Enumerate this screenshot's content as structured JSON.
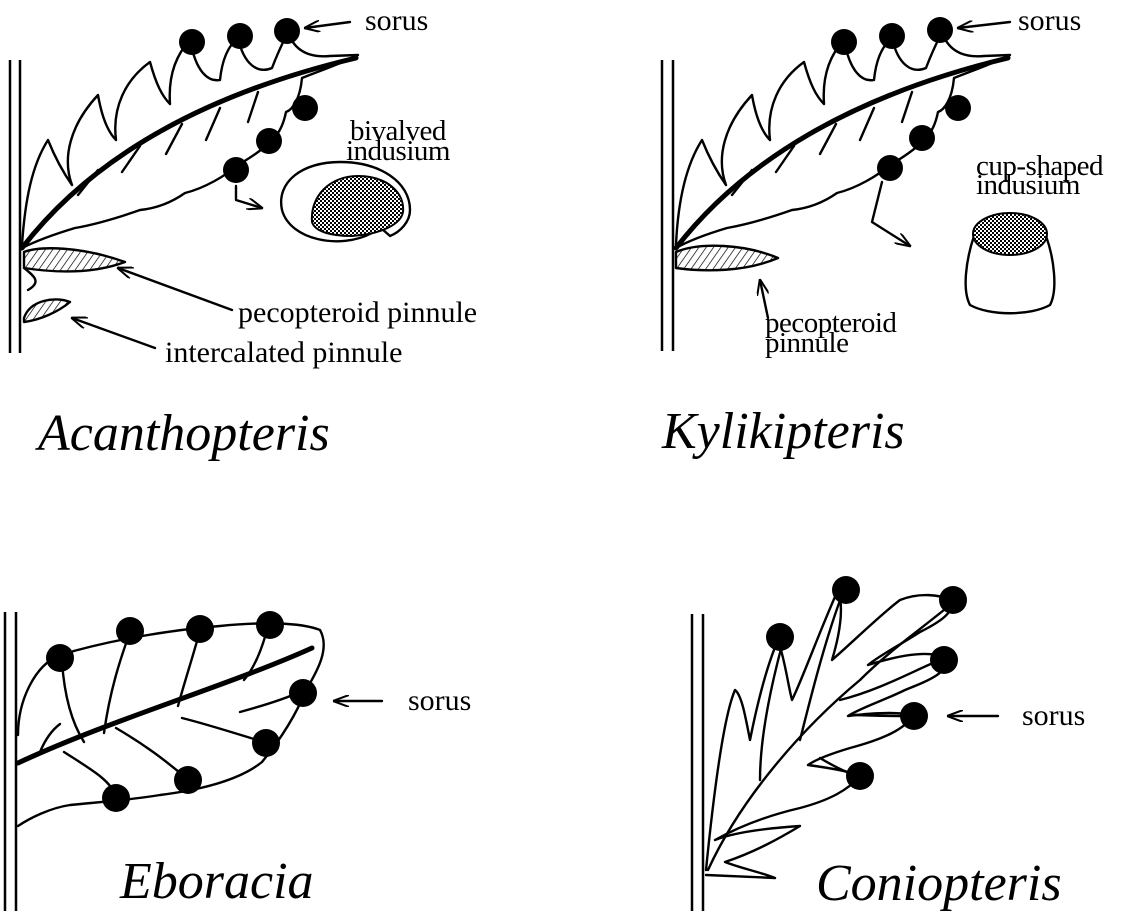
{
  "panels": {
    "acanthopteris": {
      "genus": "Acanthopteris",
      "sorus_label": "sorus",
      "indusium_label_line1": "bivalved",
      "indusium_label_line2": "indusium",
      "pinnule_label": "pecopteroid pinnule",
      "intercalated_label": "intercalated  pinnule"
    },
    "kylikipteris": {
      "genus": "Kylikipteris",
      "sorus_label": "sorus",
      "indusium_label_line1": "cup-shaped",
      "indusium_label_line2": "indusium",
      "pinnule_label_line1": "pecopteroid",
      "pinnule_label_line2": "pinnule"
    },
    "eboracia": {
      "genus": "Eboracia",
      "sorus_label": "sorus"
    },
    "coniopteris": {
      "genus": "Coniopteris",
      "sorus_label": "sorus"
    }
  },
  "colors": {
    "ink": "#000000",
    "background": "#ffffff"
  }
}
